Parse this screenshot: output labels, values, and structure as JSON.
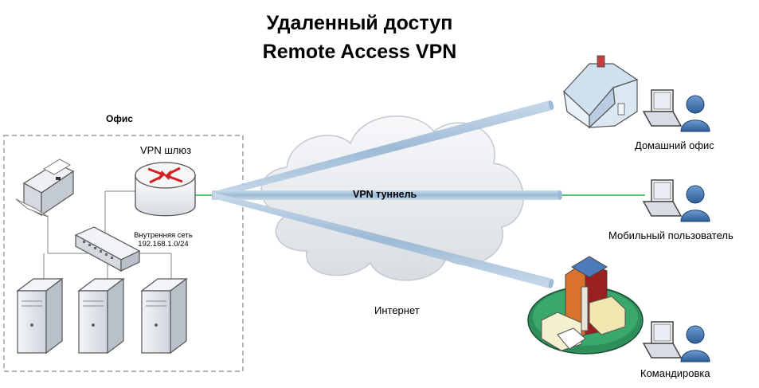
{
  "title": {
    "line1": "Удаленный доступ",
    "line2": "Remote Access VPN"
  },
  "office": {
    "label": "Офис",
    "gateway_label": "VPN шлюз",
    "lan_label_line1": "Внутренняя сеть",
    "lan_label_line2": "192.168.1.0/24"
  },
  "internet_label": "Интернет",
  "tunnel_label": "VPN туннель",
  "remote_sites": {
    "home": "Домашний офис",
    "mobile": "Мобильный пользователь",
    "trip": "Командировка"
  },
  "colors": {
    "tunnel": "#a9c3dc",
    "green_link": "#2ca84a",
    "router_red": "#d42020",
    "cloud": "#eceef1",
    "person": "#3f6fa8"
  }
}
